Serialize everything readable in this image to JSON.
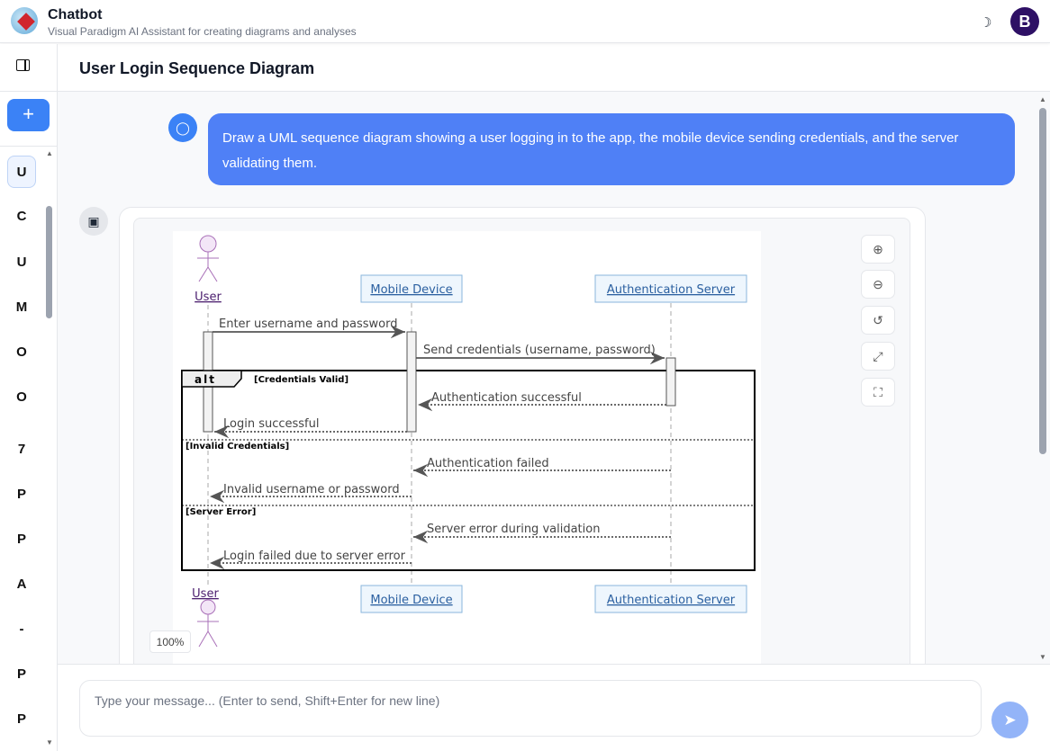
{
  "header": {
    "title": "Chatbot",
    "subtitle": "Visual Paradigm AI Assistant for creating diagrams and analyses",
    "avatar": "B",
    "theme_icon": "moon-icon"
  },
  "sidebar": {
    "new_label": "+",
    "items": [
      "U",
      "C",
      "U",
      "M",
      "O",
      "O",
      "7",
      "P",
      "P",
      "A",
      "-",
      "P",
      "P"
    ]
  },
  "page": {
    "title": "User Login Sequence Diagram"
  },
  "user_message": "Draw a UML sequence diagram showing a user logging in to the app, the mobile device sending credentials, and the server validating them.",
  "diagram": {
    "participants": {
      "user": "User",
      "mobile": "Mobile Device",
      "server": "Authentication Server"
    },
    "messages": [
      "Enter username and password",
      "Send credentials (username, password)",
      "Authentication successful",
      "Login successful",
      "Authentication failed",
      "Invalid username or password",
      "Server error during validation",
      "Login failed due to server error"
    ],
    "fragment": {
      "kind": "alt",
      "guards": [
        "[Credentials Valid]",
        "[Invalid Credentials]",
        "[Server Error]"
      ]
    },
    "zoom": "100%"
  },
  "input": {
    "placeholder": "Type your message... (Enter to send, Shift+Enter for new line)"
  }
}
